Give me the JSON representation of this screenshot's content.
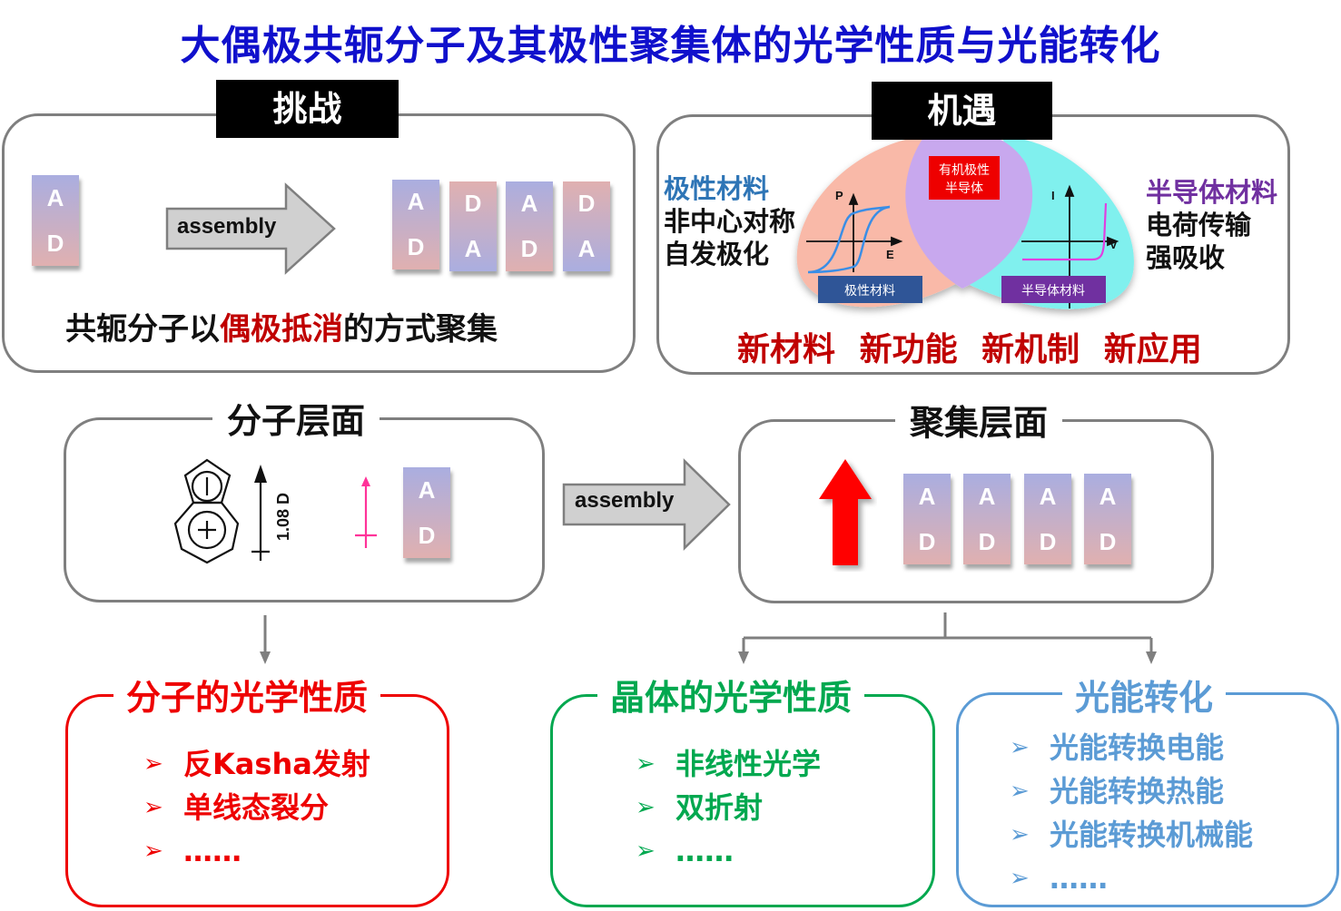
{
  "title": "大偶极共轭分子及其极性聚集体的光学性质与光能转化",
  "challenge": {
    "tag": "挑战",
    "single_block": {
      "top": "A",
      "bottom": "D"
    },
    "arrow_label": "assembly",
    "stack_blocks": [
      {
        "top": "A",
        "bottom": "D",
        "order": "AD"
      },
      {
        "top": "D",
        "bottom": "A",
        "order": "DA"
      },
      {
        "top": "A",
        "bottom": "D",
        "order": "AD"
      },
      {
        "top": "D",
        "bottom": "A",
        "order": "DA"
      }
    ],
    "caption_pre": "共轭分子以",
    "caption_highlight": "偶极抵消",
    "caption_post": "的方式聚集"
  },
  "opportunity": {
    "tag": "机遇",
    "left_legend": {
      "title": "极性材料",
      "lines": [
        "非中心对称",
        "自发极化"
      ],
      "title_color": "#2e75b6"
    },
    "right_legend": {
      "title": "半导体材料",
      "lines": [
        "电荷传输",
        "强吸收"
      ],
      "title_color": "#7030a0"
    },
    "venn": {
      "left_label": "极性材料",
      "right_label": "半导体材料",
      "overlap_label_line1": "有机极性",
      "overlap_label_line2": "半导体",
      "left_plot": {
        "y_axis": "P",
        "x_axis": "E"
      },
      "right_plot": {
        "y_axis": "I",
        "x_axis": "V"
      }
    },
    "new_items": [
      "新材料",
      "新功能",
      "新机制",
      "新应用"
    ]
  },
  "molecular_level": {
    "title": "分子层面",
    "dipole_label": "1.08 D",
    "block": {
      "top": "A",
      "bottom": "D"
    }
  },
  "middle_arrow_label": "assembly",
  "aggregate_level": {
    "title": "聚集层面",
    "blocks": [
      {
        "top": "A",
        "bottom": "D"
      },
      {
        "top": "A",
        "bottom": "D"
      },
      {
        "top": "A",
        "bottom": "D"
      },
      {
        "top": "A",
        "bottom": "D"
      }
    ]
  },
  "outcomes": [
    {
      "title": "分子的光学性质",
      "color": "#ee0000",
      "items": [
        "反Kasha发射",
        "单线态裂分",
        "……"
      ]
    },
    {
      "title": "晶体的光学性质",
      "color": "#00a84f",
      "items": [
        "非线性光学",
        "双折射",
        "……"
      ]
    },
    {
      "title": "光能转化",
      "color": "#5b9bd5",
      "items": [
        "光能转换电能",
        "光能转换热能",
        "光能转换机械能",
        "……"
      ]
    }
  ],
  "bullet_glyph": "➢"
}
